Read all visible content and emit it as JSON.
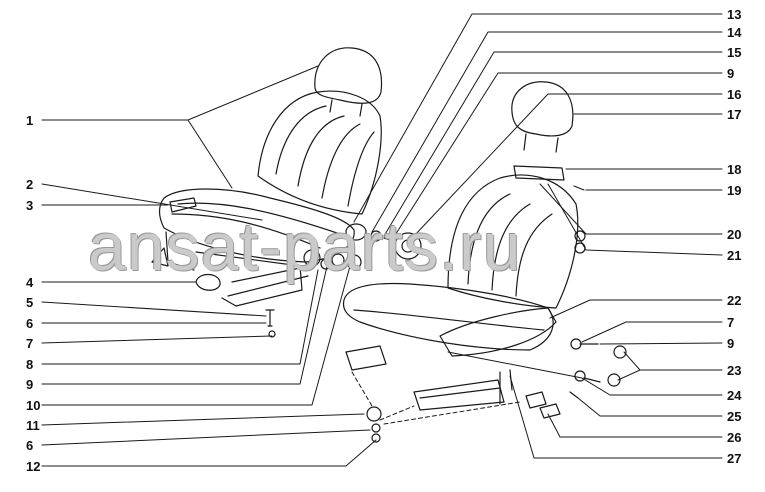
{
  "callouts_left": [
    "1",
    "2",
    "3",
    "4",
    "5",
    "6",
    "7",
    "8",
    "9",
    "10",
    "11",
    "6",
    "12"
  ],
  "callouts_right": [
    "13",
    "14",
    "15",
    "9",
    "16",
    "17",
    "18",
    "19",
    "20",
    "21",
    "22",
    "7",
    "9",
    "23",
    "24",
    "25",
    "26",
    "27"
  ],
  "watermark": "ansat-parts.ru",
  "colors": {
    "line": "#1a1a1a",
    "paper": "#ffffff",
    "watermark_edge": "#8a8a8a"
  }
}
